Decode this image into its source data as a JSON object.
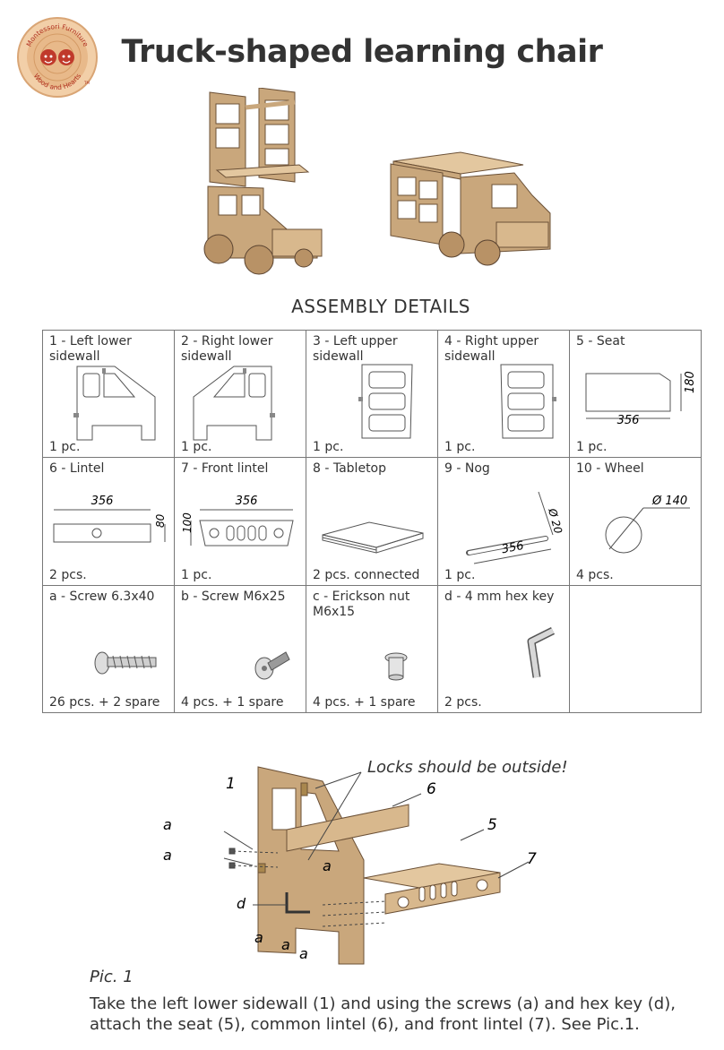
{
  "logo": {
    "top_text": "Montessori Furniture",
    "bottom_text": "Wood and Hearts",
    "mark": "TM"
  },
  "title": "Truck-shaped learning chair",
  "section_title": "ASSEMBLY DETAILS",
  "parts": [
    {
      "label": "1 - Left lower sidewall",
      "qty": "1 pc."
    },
    {
      "label": "2 - Right lower sidewall",
      "qty": "1 pc."
    },
    {
      "label": "3 - Left upper sidewall",
      "qty": "1 pc."
    },
    {
      "label": "4 - Right upper sidewall",
      "qty": "1 pc."
    },
    {
      "label": "5 - Seat",
      "qty": "1 pc.",
      "dims": [
        "356",
        "180"
      ]
    },
    {
      "label": "6 - Lintel",
      "qty": "2 pcs.",
      "dims": [
        "356",
        "80"
      ]
    },
    {
      "label": "7 - Front lintel",
      "qty": "1 pc.",
      "dims": [
        "356",
        "100"
      ]
    },
    {
      "label": "8 - Tabletop",
      "qty": "2 pcs. connected"
    },
    {
      "label": "9 - Nog",
      "qty": "1 pc.",
      "dims": [
        "356",
        "Ø 20"
      ]
    },
    {
      "label": "10 - Wheel",
      "qty": "4 pcs.",
      "dims": [
        "Ø 140"
      ]
    },
    {
      "label": "a - Screw 6.3x40",
      "qty": "26 pcs. + 2 spare"
    },
    {
      "label": "b - Screw M6x25",
      "qty": "4 pcs. + 1 spare"
    },
    {
      "label": "c - Erickson nut M6x15",
      "qty": "4 pcs. + 1 spare"
    },
    {
      "label": "d - 4 mm hex key",
      "qty": "2 pcs."
    },
    {
      "label": "",
      "qty": ""
    }
  ],
  "figure": {
    "note": "Locks should be outside!",
    "callouts": [
      "1",
      "6",
      "5",
      "7",
      "a",
      "a",
      "a",
      "d",
      "a",
      "a",
      "a"
    ],
    "caption": "Pic. 1"
  },
  "instruction": "Take the left lower sidewall (1) and using the screws (a) and hex key (d), attach the seat (5), common lintel (6), and front lintel (7). See Pic.1.",
  "colors": {
    "wood": "#c9a77c",
    "wood_edge": "#8c6a46",
    "plywood_light": "#e3c79f",
    "logo_red": "#c0392b",
    "logo_wood": "#e8b98a"
  }
}
